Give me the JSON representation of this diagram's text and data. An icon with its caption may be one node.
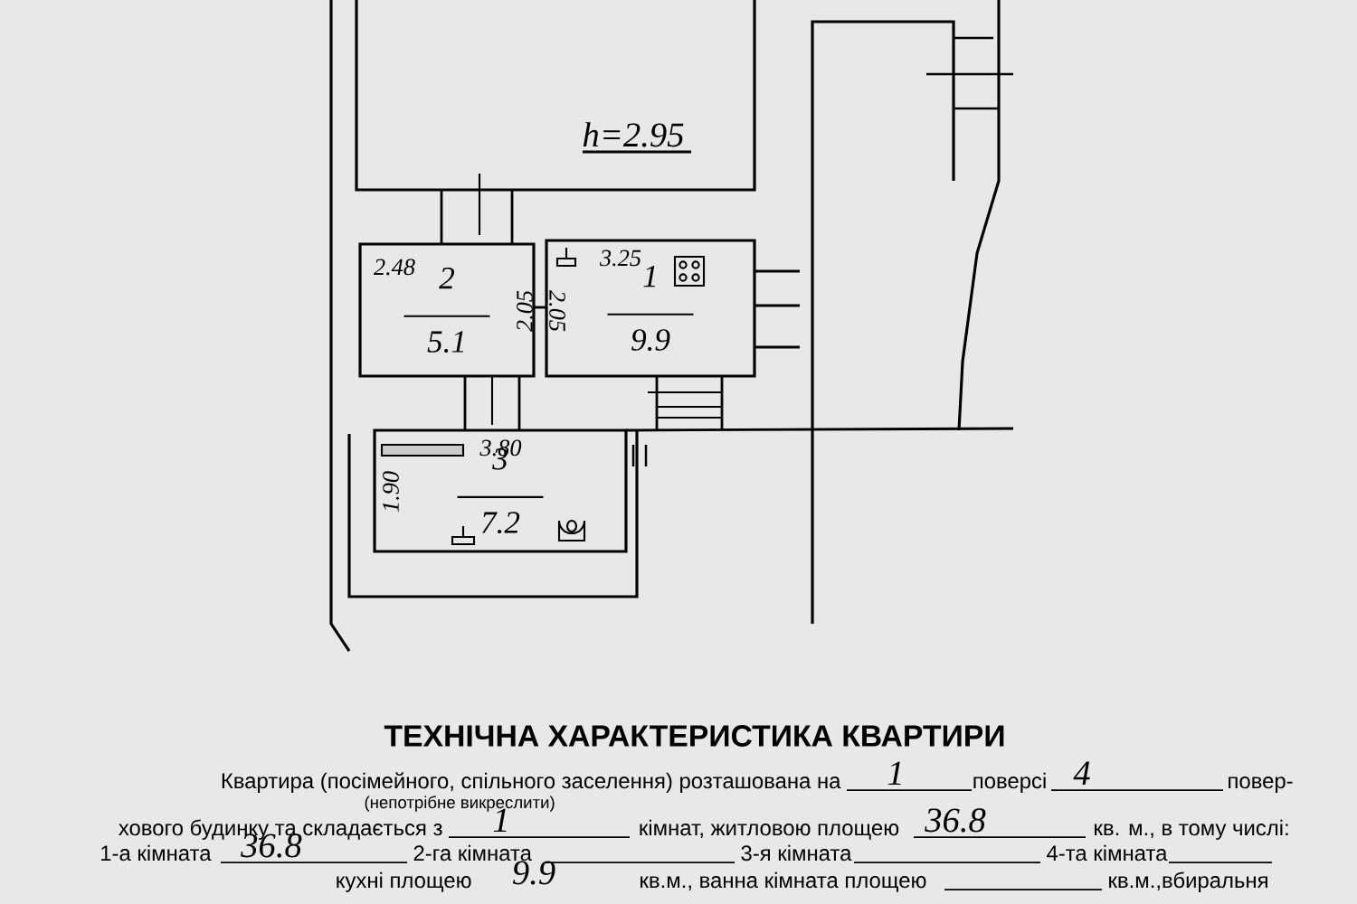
{
  "diagram": {
    "title": "ТЕХНІЧНА ХАРАКТЕРИСТИКА КВАРТИРИ",
    "nodes": [
      {
        "text": [
          "2",
          "5.1"
        ]
      },
      {
        "text": [
          "1",
          "9.9"
        ]
      },
      {
        "text": [
          "3",
          "7.2"
        ]
      }
    ],
    "labels": [
      "h=2.95",
      "2.48",
      "2.05",
      "2.05",
      "3.25",
      "3.80",
      "1.90",
      "Квартира (посімейного, спільного заселення) розташована на",
      "1",
      "поверсі",
      "4",
      "повер-",
      "(непотрібне викреслити)",
      "хового будинку та складається з",
      "1",
      "кімнат, житловою площею",
      "36.8",
      "кв. м., в тому числі:",
      "1-а кімната",
      "36.8",
      "2-га кімната",
      "3-я кімната",
      "4-та кімната",
      "кухні площею",
      "9.9",
      "кв.м., ванна кімната площею",
      "кв.м.,вбиральня"
    ]
  }
}
